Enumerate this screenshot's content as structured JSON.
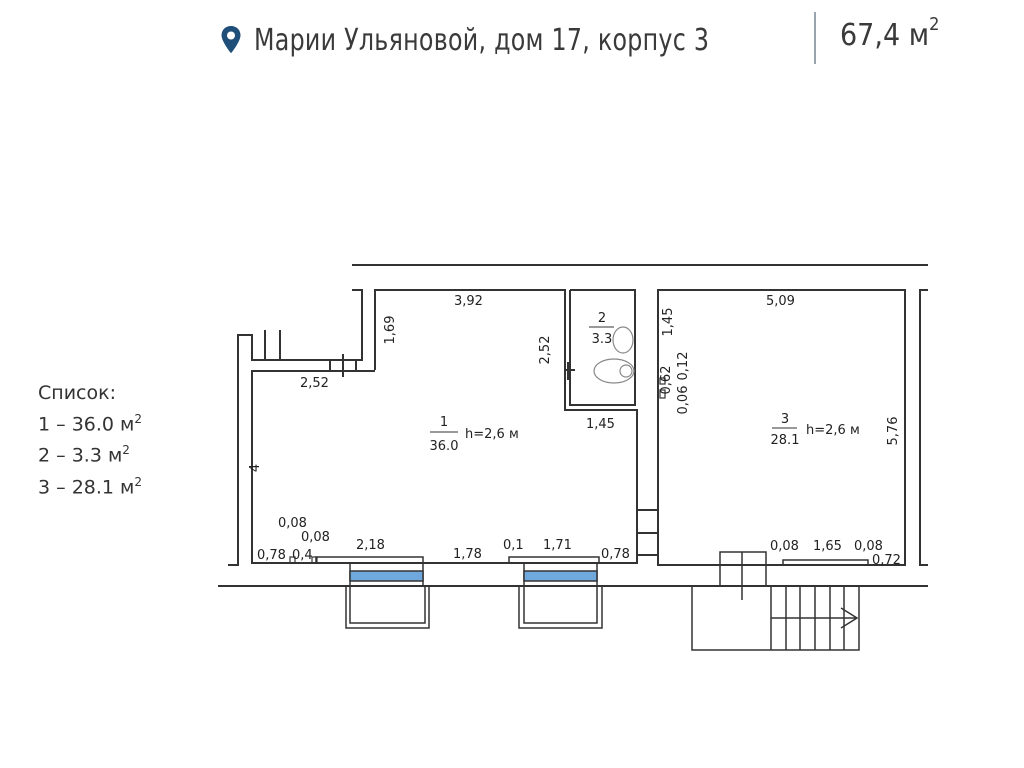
{
  "header": {
    "address": "Марии Ульяновой, дом 17, корпус 3",
    "total_area": "67,4",
    "area_unit": "м",
    "area_exp": "2",
    "pin_color": "#1f4e79"
  },
  "list": {
    "title": "Список:",
    "items": [
      {
        "num": "1",
        "area": "36.0",
        "unit": "м",
        "exp": "2"
      },
      {
        "num": "2",
        "area": "3.3",
        "unit": "м",
        "exp": "2"
      },
      {
        "num": "3",
        "area": "28.1",
        "unit": "м",
        "exp": "2"
      }
    ]
  },
  "rooms": [
    {
      "num": "1",
      "area": "36.0",
      "height": "h=2,6 м"
    },
    {
      "num": "2",
      "area": "3.3"
    },
    {
      "num": "3",
      "area": "28.1",
      "height": "h=2,6 м"
    }
  ],
  "dimensions": {
    "d_169": "1,69",
    "d_252a": "2,52",
    "d_392": "3,92",
    "d_252b": "2,52",
    "d_145a": "1,45",
    "d_145b": "1,45",
    "d_062": "0,62",
    "d_012": "0,12",
    "d_006": "0,06",
    "d_509": "5,09",
    "d_576": "5,76",
    "d_4": "4",
    "d_008a": "0,08",
    "d_008b": "0,08",
    "d_078a": "0,78",
    "d_04": "0,4",
    "d_218": "2,18",
    "d_178": "1,78",
    "d_01": "0,1",
    "d_171": "1,71",
    "d_078b": "0,78",
    "d_008c": "0,08",
    "d_165": "1,65",
    "d_008d": "0,08",
    "d_072": "0,72"
  },
  "colors": {
    "wall": "#333333",
    "window_glass": "#6fa8dc"
  }
}
